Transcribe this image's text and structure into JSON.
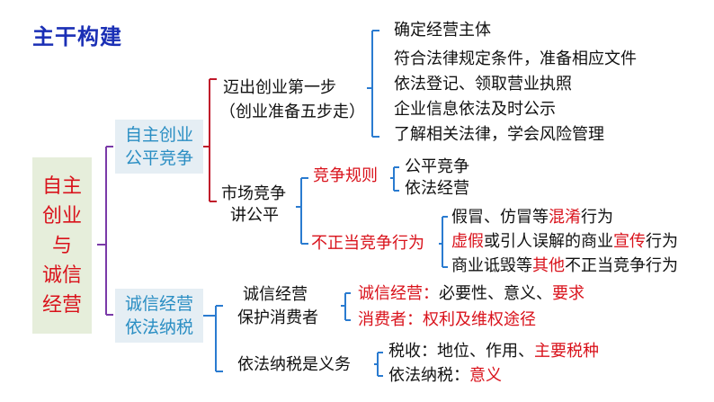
{
  "title": "主干构建",
  "root": [
    "自主",
    "创业",
    "与",
    "诚信",
    "经营"
  ],
  "branch1": {
    "label": [
      "自主创业",
      "公平竞争"
    ],
    "step1": {
      "label": [
        "迈出创业第一步",
        "（创业准备五步走）"
      ],
      "items": [
        "确定经营主体",
        "符合法律规定条件，准备相应文件",
        "依法登记、领取营业执照",
        "企业信息依法及时公示",
        "了解相关法律，学会风险管理"
      ]
    },
    "market": {
      "label": [
        "市场竞争",
        "讲公平"
      ],
      "rules": {
        "label": "竞争规则",
        "items": [
          "公平竞争",
          "依法经营"
        ]
      },
      "unfair": {
        "label": "不正当竞争行为",
        "row1": {
          "p1": "假冒、仿冒等",
          "p2": "混淆",
          "p3": "行为"
        },
        "row2": {
          "p1": "虚假",
          "p2": "或引人误解的商业",
          "p3": "宣传",
          "p4": "行为"
        },
        "row3": {
          "p1": "商业诋毁等",
          "p2": "其他",
          "p3": "不正当竞争行为"
        }
      }
    }
  },
  "branch2": {
    "label": [
      "诚信经营",
      "依法纳税"
    ],
    "integrity": {
      "label": [
        "诚信经营",
        "保护消费者"
      ],
      "row1": {
        "p1": "诚信经营：",
        "p2": "必要性、意义、",
        "p3": "要求"
      },
      "row2": "消费者：权利及维权途径"
    },
    "tax": {
      "label": "依法纳税是义务",
      "row1": {
        "p1": "税收：地位、作用、",
        "p2": "主要税种"
      },
      "row2": {
        "p1": "依法纳税：",
        "p2": "意义"
      }
    }
  },
  "colors": {
    "title": "#1a2fb5",
    "red": "#d9121b",
    "blue_text": "#2a8ec3",
    "root_bg": "#e6eedb",
    "lvl1_bg": "#e5eef4",
    "bracket_purple": "#7a3aa8",
    "bracket_blue": "#2a7bd0",
    "bracket_red": "#c0182a"
  }
}
